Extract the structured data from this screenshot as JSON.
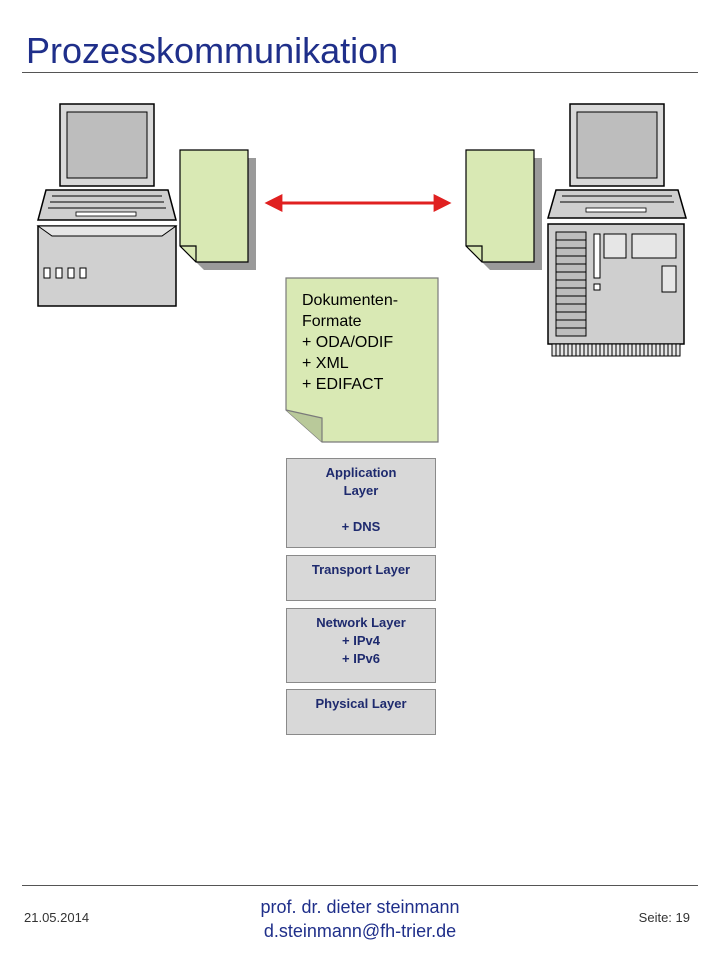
{
  "title": "Prozesskommunikation",
  "document_box": {
    "lines": [
      "Dokumenten-",
      "Formate",
      "+ ODA/ODIF",
      "+ XML",
      "+ EDIFACT"
    ]
  },
  "layers": [
    {
      "lines": [
        "Application",
        "Layer",
        "",
        "+ DNS"
      ]
    },
    {
      "lines": [
        "Transport Layer"
      ]
    },
    {
      "lines": [
        "Network Layer",
        "+ IPv4",
        "+ IPv6"
      ]
    },
    {
      "lines": [
        "Physical Layer"
      ]
    }
  ],
  "footer": {
    "date": "21.05.2014",
    "author_line1": "prof. dr. dieter steinmann",
    "author_line2": "d.steinmann@fh-trier.de",
    "page": "Seite: 19"
  },
  "colors": {
    "title": "#1f2f8a",
    "doc_fill": "#d9e9b4",
    "arrow": "#e02020",
    "layer_fill": "#d8d8d8",
    "layer_text": "#1e2a6e"
  },
  "icons": [
    "desktop-computer-icon",
    "tower-server-icon",
    "document-icon"
  ]
}
